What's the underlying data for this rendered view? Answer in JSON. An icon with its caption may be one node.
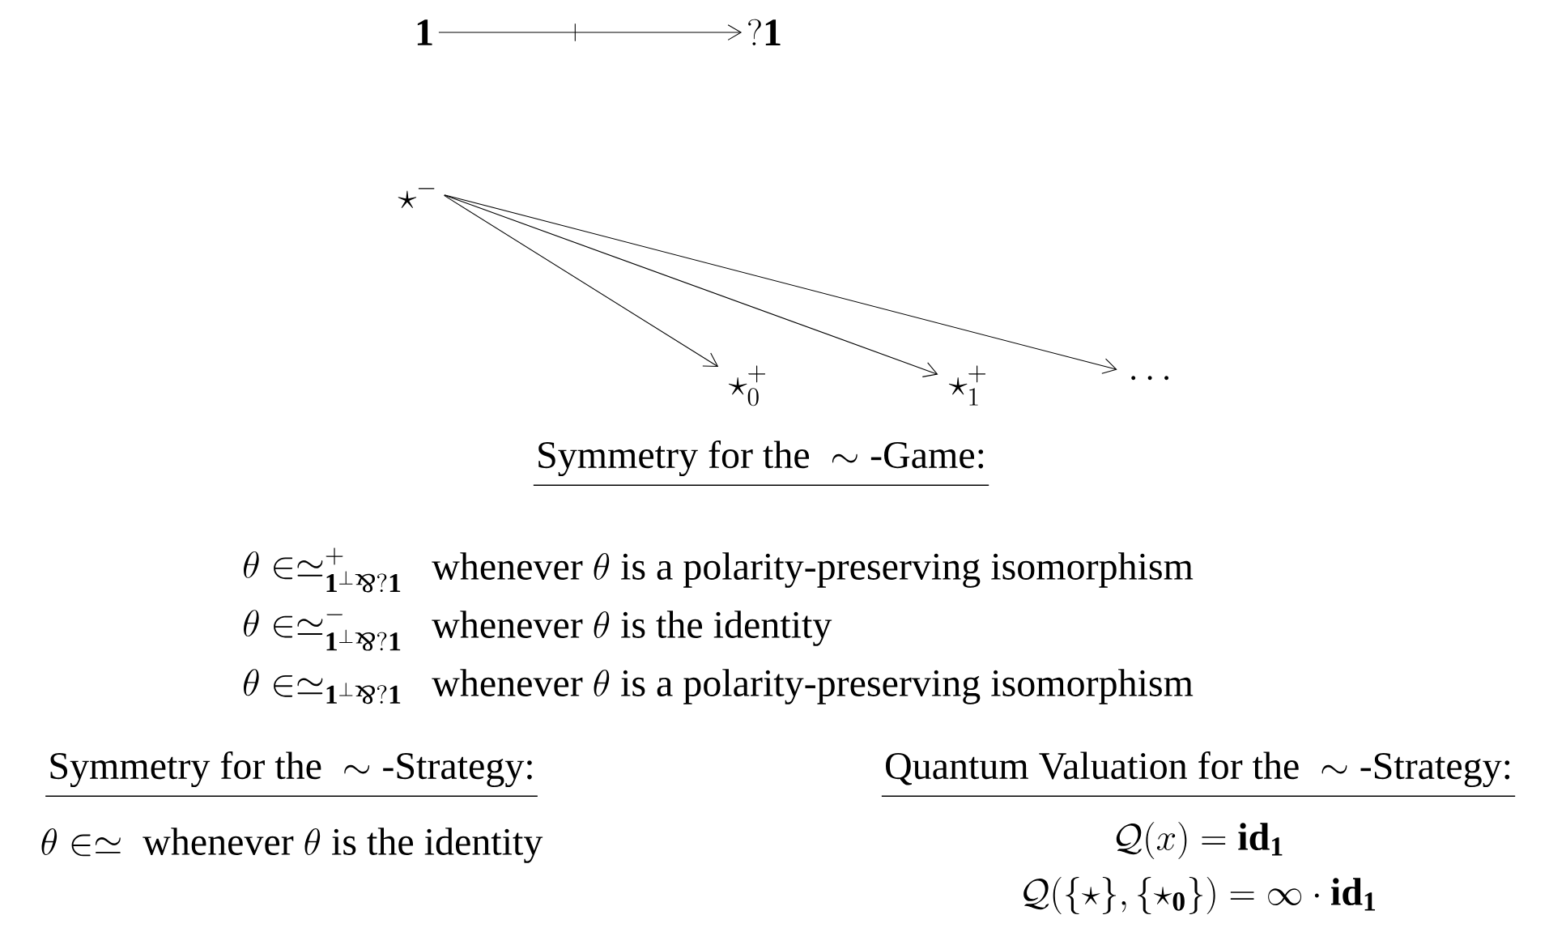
{
  "diagram": {
    "nodes": [
      {
        "text": [
          "\\mathbf{1}"
        ]
      },
      {
        "text": [
          "?\\mathbf{1}"
        ]
      },
      {
        "text": [
          "\\star^{-}"
        ]
      },
      {
        "text": [
          "\\star_{0}^{+}"
        ]
      },
      {
        "text": [
          "\\star_{1}^{+}"
        ]
      },
      {
        "text": [
          "\\cdots"
        ]
      }
    ],
    "edges": [
      {
        "from": 0,
        "to": 1,
        "arrow": "to"
      },
      {
        "from": 2,
        "to": 3,
        "arrow": "to"
      },
      {
        "from": 2,
        "to": 4,
        "arrow": "to"
      },
      {
        "from": 2,
        "to": 5,
        "arrow": "to"
      }
    ],
    "labels": [
      "\\text{Symmetry for the }\\sim\\text{-Game:}",
      "\\theta \\in \\simeq^{+}_{\\mathbf{1}^{\\perp} \\mathbin{\\rotatebox[origin=c]{180}{$\\scriptstyle\\&$}} ?\\mathbf{1}}",
      "\\text{whenever } \\theta \\text{ is a polarity-preserving isomorphism}",
      "\\theta \\in \\simeq^{-}_{\\mathbf{1}^{\\perp} \\mathbin{\\rotatebox[origin=c]{180}{$\\scriptstyle\\&$}} ?\\mathbf{1}}",
      "\\text{whenever } \\theta \\text{ is the identity}",
      "\\theta \\in \\simeq_{\\mathbf{1}^{\\perp} \\mathbin{\\rotatebox[origin=c]{180}{$\\scriptstyle\\&$}} ?\\mathbf{1}}",
      "\\text{whenever } \\theta \\text{ is a polarity-preserving isomorphism}",
      "\\text{Symmetry for the }\\sim\\text{-Strategy:}",
      "\\theta \\in \\simeq \\text{ whenever } \\theta \\text{ is the identity}",
      "\\text{Quantum Valuation for the }\\sim\\text{-Strategy:}",
      "\\mathcal{Q}(x) = \\mathbf{id}_{\\mathbf{1}}",
      "\\mathcal{Q}(\\{\\star\\},\\{\\star_{\\mathbf{0}}\\}) = \\infty \\cdot \\mathbf{id}_{\\mathbf{1}}"
    ]
  }
}
